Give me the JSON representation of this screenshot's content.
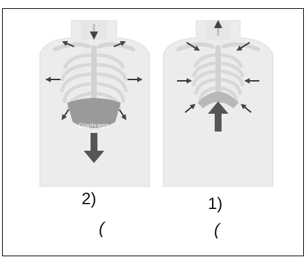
{
  "figure": {
    "left_panel": {
      "label": "2)",
      "paren": "(",
      "diaphragm_label": "Diaphragm",
      "state": "inhalation"
    },
    "right_panel": {
      "label": "1)",
      "paren": "(",
      "state": "exhalation"
    }
  },
  "colors": {
    "body": "#ececec",
    "bone": "#f6f6f6",
    "arrow": "#555555",
    "diaphragm": "#9a9a9a"
  }
}
